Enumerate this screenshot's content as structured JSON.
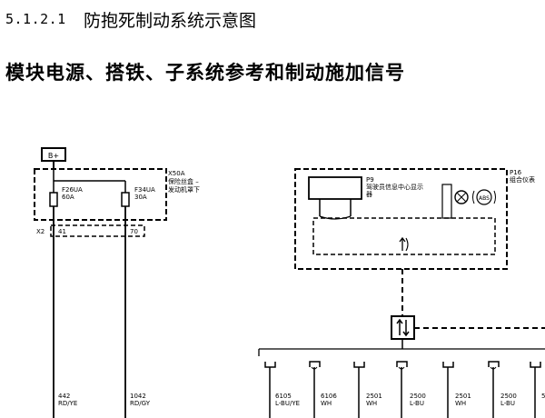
{
  "header": {
    "section_number": "5.1.2.1",
    "section_title": "防抱死制动系统示意图",
    "subtitle": "模块电源、搭铁、子系统参考和制动施加信号"
  },
  "power_source": {
    "label": "B+"
  },
  "fuse_block": {
    "id": "X50A",
    "name_line1": "保险丝盒 –",
    "name_line2": "发动机罩下",
    "fuses": [
      {
        "id": "F26UA",
        "rating": "60A"
      },
      {
        "id": "F34UA",
        "rating": "30A"
      }
    ],
    "connector": "X2",
    "pins": [
      "41",
      "70"
    ]
  },
  "wires_left": [
    {
      "circuit": "442",
      "color": "RD/YE"
    },
    {
      "circuit": "1042",
      "color": "RD/GY"
    }
  ],
  "cluster": {
    "id": "P16",
    "name": "组合仪表",
    "dic_id": "P9",
    "dic_line1": "驾驶员信息中心显示",
    "dic_line2": "器",
    "abs_label": "ABS"
  },
  "bus_wires": [
    {
      "circuit": "6105",
      "color": "L-BU/YE"
    },
    {
      "circuit": "6106",
      "color": "WH"
    },
    {
      "circuit": "2501",
      "color": "WH"
    },
    {
      "circuit": "2500",
      "color": "L-BU"
    },
    {
      "circuit": "2501",
      "color": "WH"
    },
    {
      "circuit": "2500",
      "color": "L-BU"
    },
    {
      "circuit": "5",
      "color": ""
    }
  ]
}
